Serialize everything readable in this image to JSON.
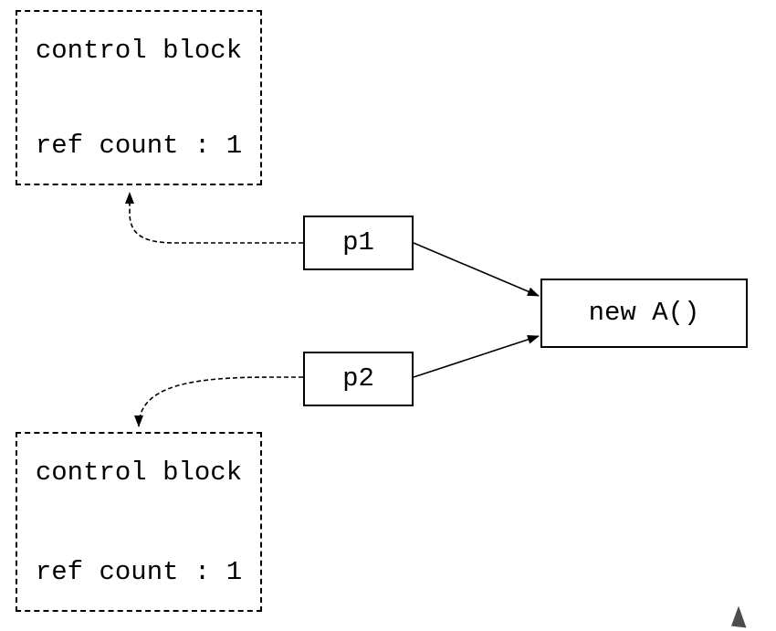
{
  "colors": {
    "background": "#ffffff",
    "stroke": "#000000",
    "text": "#000000",
    "cursor": "#4d4d4d"
  },
  "nodes": {
    "control_block_top": {
      "title": "control block",
      "ref_count": "ref count : 1"
    },
    "pointer_p1": {
      "label": "p1"
    },
    "pointer_p2": {
      "label": "p2"
    },
    "object": {
      "label": "new A()"
    },
    "control_block_bottom": {
      "title": "control block",
      "ref_count": "ref count : 1"
    }
  },
  "edges": [
    {
      "from": "pointer_p1",
      "to": "object",
      "style": "solid-arrow"
    },
    {
      "from": "pointer_p2",
      "to": "object",
      "style": "solid-arrow"
    },
    {
      "from": "pointer_p1",
      "to": "control_block_top",
      "style": "dashed-arrow"
    },
    {
      "from": "pointer_p2",
      "to": "control_block_bottom",
      "style": "dashed-arrow"
    }
  ]
}
